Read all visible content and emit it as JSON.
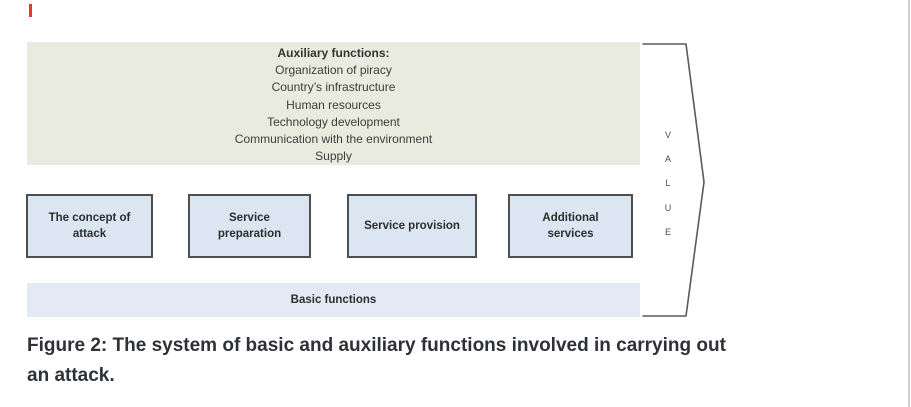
{
  "colors": {
    "auxiliary_box_bg": "#e9ebdf",
    "stage_box_bg": "#dce6f2",
    "stage_box_border": "#4d4e50",
    "basic_bar_bg": "#e3eaf5",
    "bracket_line": "#595a5c",
    "caption_text": "#2e3137",
    "cursor_mark": "#e23b2d",
    "page_right_border": "#d2d2d2"
  },
  "figure": {
    "auxiliary": {
      "title": "Auxiliary functions:",
      "items": [
        "Organization of piracy",
        "Country’s infrastructure",
        "Human resources",
        "Technology development",
        "Communication with the environment",
        "Supply"
      ]
    },
    "stages": [
      {
        "label": "The concept of\nattack"
      },
      {
        "label": "Service\npreparation"
      },
      {
        "label": "Service provision"
      },
      {
        "label": "Additional\nservices"
      }
    ],
    "basic": {
      "label": "Basic functions"
    },
    "value_label": {
      "letters": [
        "V",
        "A",
        "L",
        "U",
        "E"
      ]
    }
  },
  "caption": {
    "lines": [
      "Figure 2: The system of basic and auxiliary functions involved in carrying out",
      "an attack."
    ]
  }
}
